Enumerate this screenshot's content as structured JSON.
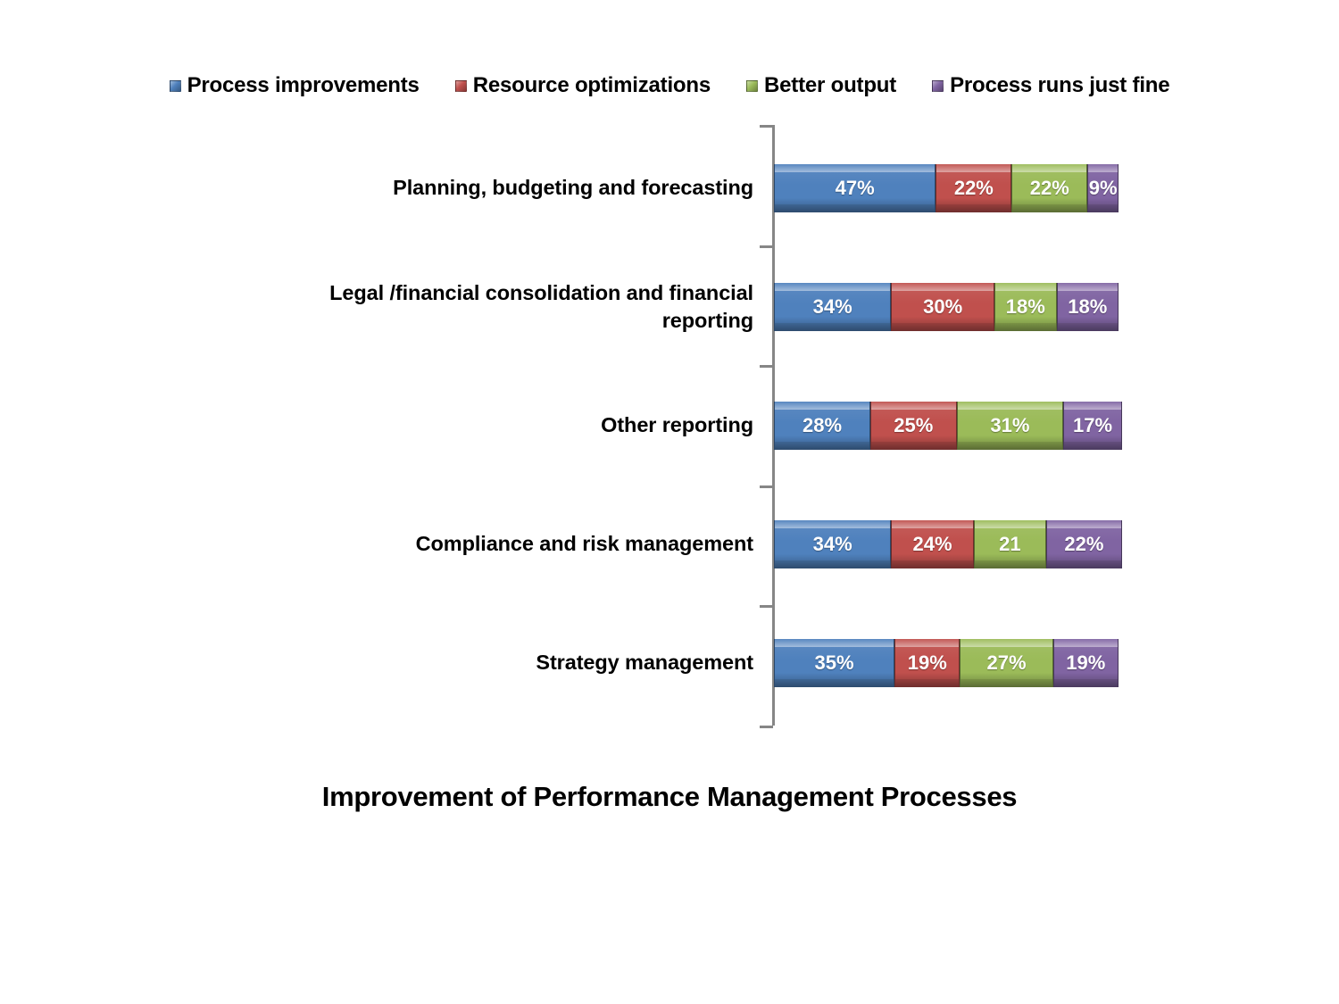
{
  "chart_data": {
    "type": "bar",
    "subtype": "stacked-horizontal-100",
    "title": "Improvement of Performance Management Processes",
    "xlabel": "",
    "ylabel": "",
    "xlim": [
      0,
      100
    ],
    "grid": false,
    "legend_position": "top",
    "categories": [
      "Planning, budgeting and forecasting",
      "Legal /financial consolidation and financial reporting",
      "Other reporting",
      "Compliance and risk management",
      "Strategy management"
    ],
    "series": [
      {
        "name": "Process improvements",
        "color": "#4F81BD",
        "values": [
          47,
          34,
          28,
          34,
          35
        ],
        "labels": [
          "47%",
          "34%",
          "28%",
          "34%",
          "35%"
        ]
      },
      {
        "name": "Resource optimizations",
        "color": "#C0504D",
        "values": [
          22,
          30,
          25,
          24,
          19
        ],
        "labels": [
          "22%",
          "30%",
          "25%",
          "24%",
          "19%"
        ]
      },
      {
        "name": "Better output",
        "color": "#9BBB59",
        "values": [
          22,
          18,
          31,
          21,
          27
        ],
        "labels": [
          "22%",
          "18%",
          "31%",
          "21",
          "27%"
        ]
      },
      {
        "name": "Process runs just fine",
        "color": "#8064A2",
        "values": [
          9,
          18,
          17,
          22,
          19
        ],
        "labels": [
          "9%",
          "18%",
          "17%",
          "22%",
          "19%"
        ]
      }
    ]
  },
  "legend": {
    "items": [
      {
        "label": "Process improvements",
        "color": "#4F81BD"
      },
      {
        "label": "Resource optimizations",
        "color": "#C0504D"
      },
      {
        "label": "Better output",
        "color": "#9BBB59"
      },
      {
        "label": "Process runs just fine",
        "color": "#8064A2"
      }
    ]
  },
  "axis": {
    "line_color": "#868686"
  }
}
